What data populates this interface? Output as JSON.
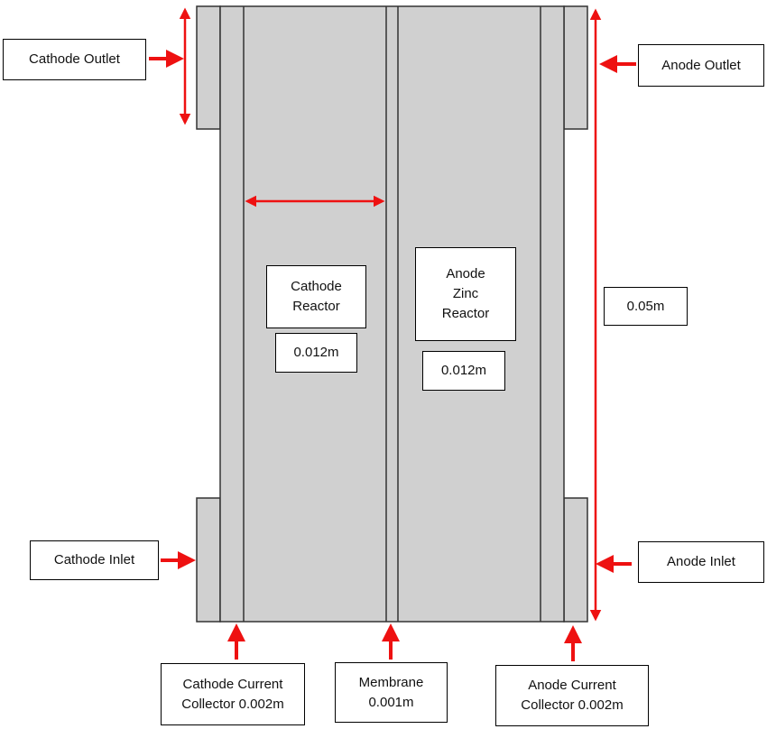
{
  "labels": {
    "cathode_outlet": "Cathode Outlet",
    "anode_outlet": "Anode Outlet",
    "cathode_reactor": "Cathode\nReactor",
    "cathode_reactor_width": "0.012m",
    "anode_reactor": "Anode\nZinc\nReactor",
    "anode_reactor_width": "0.012m",
    "height": "0.05m",
    "cathode_inlet": "Cathode Inlet",
    "anode_inlet": "Anode Inlet",
    "cathode_collector": "Cathode Current\nCollector 0.002m",
    "membrane": "Membrane\n0.001m",
    "anode_collector": "Anode Current\nCollector 0.002m"
  },
  "colors": {
    "cell_fill": "#d0d0d0",
    "outline": "#333333",
    "arrow": "#ee1111"
  }
}
